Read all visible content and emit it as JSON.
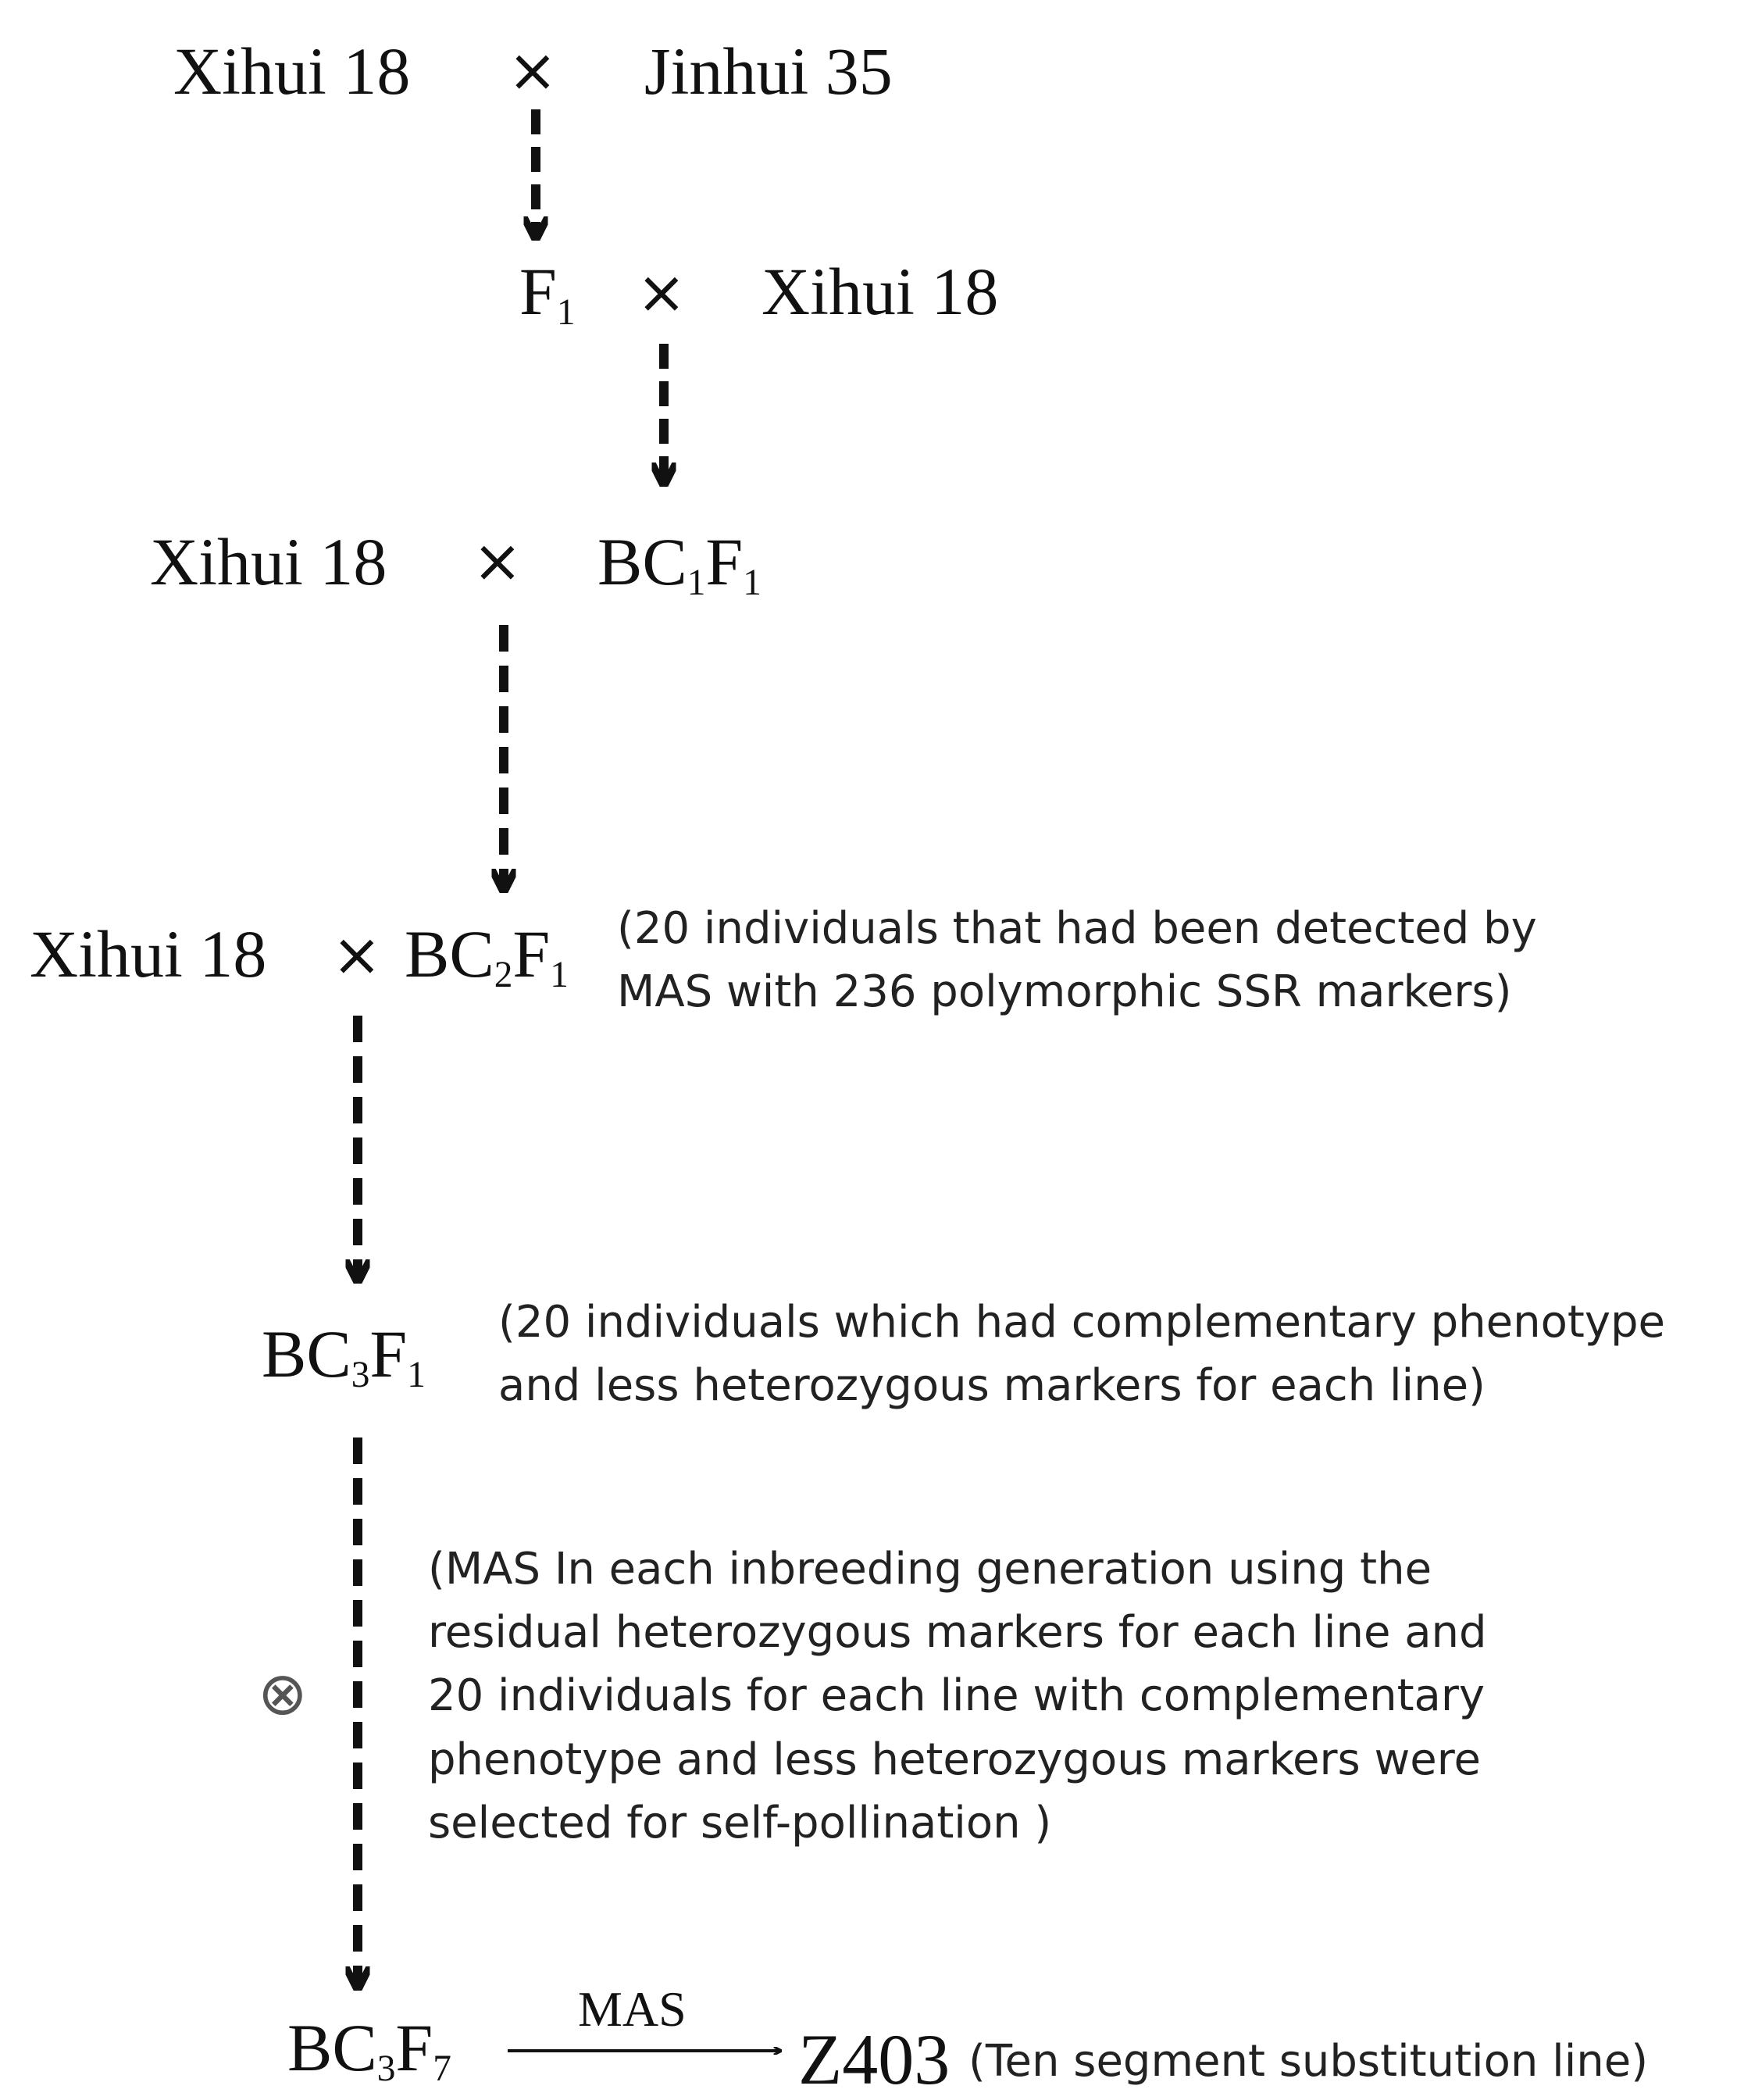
{
  "row1": {
    "left": "Xihui 18",
    "right": "Jinhui 35"
  },
  "row2": {
    "left_base": "F",
    "left_sub": "1",
    "right": "Xihui 18"
  },
  "row3": {
    "left": "Xihui 18",
    "right_b": "BC",
    "right_s1": "1",
    "right_f": "F",
    "right_s2": "1"
  },
  "row4": {
    "left": "Xihui 18",
    "right_b": "BC",
    "right_s1": "2",
    "right_f": "F",
    "right_s2": "1",
    "note_line1": "(20 individuals that had been detected by",
    "note_line2": "MAS with 236 polymorphic SSR markers)"
  },
  "row5": {
    "b": "BC",
    "s1": "3",
    "f": "F",
    "s2": "1",
    "note_line1": "(20 individuals which had complementary phenotype",
    "note_line2": "and less heterozygous markers for each line)"
  },
  "selfing": {
    "symbol": "⊗",
    "note_lines": [
      "(MAS  In each inbreeding generation using the",
      "residual heterozygous markers for each line and",
      "20 individuals for each line with complementary",
      "phenotype and less heterozygous markers were",
      "selected for self-pollination )"
    ]
  },
  "final": {
    "b": "BC",
    "s1": "3",
    "f": "F",
    "s2": "7",
    "arrow_label": "MAS",
    "result": "Z403",
    "result_note": "(Ten segment substitution line)"
  },
  "cross_symbol": "×"
}
